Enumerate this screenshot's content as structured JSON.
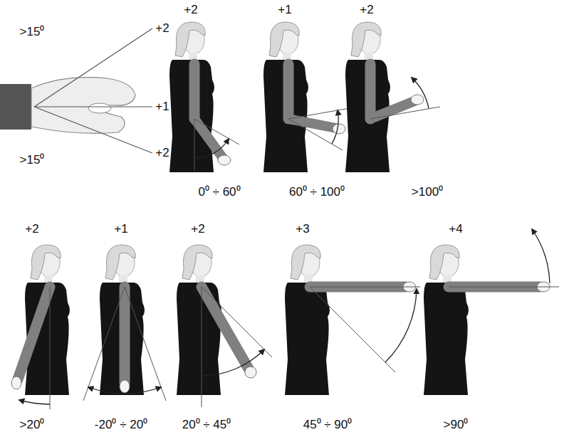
{
  "diagram": {
    "labels": [
      ">15⁰",
      "+2",
      "+1",
      "+2",
      ">15⁰",
      "+2",
      "+1",
      "+2",
      "0⁰ ÷ 60⁰",
      "60⁰ ÷ 100⁰",
      ">100⁰",
      "+2",
      "+1",
      "+2",
      "+3",
      "+4",
      ">20⁰",
      "-20⁰ ÷ 20⁰",
      "20⁰ ÷ 45⁰",
      "45⁰ ÷ 90⁰",
      ">90⁰"
    ]
  }
}
